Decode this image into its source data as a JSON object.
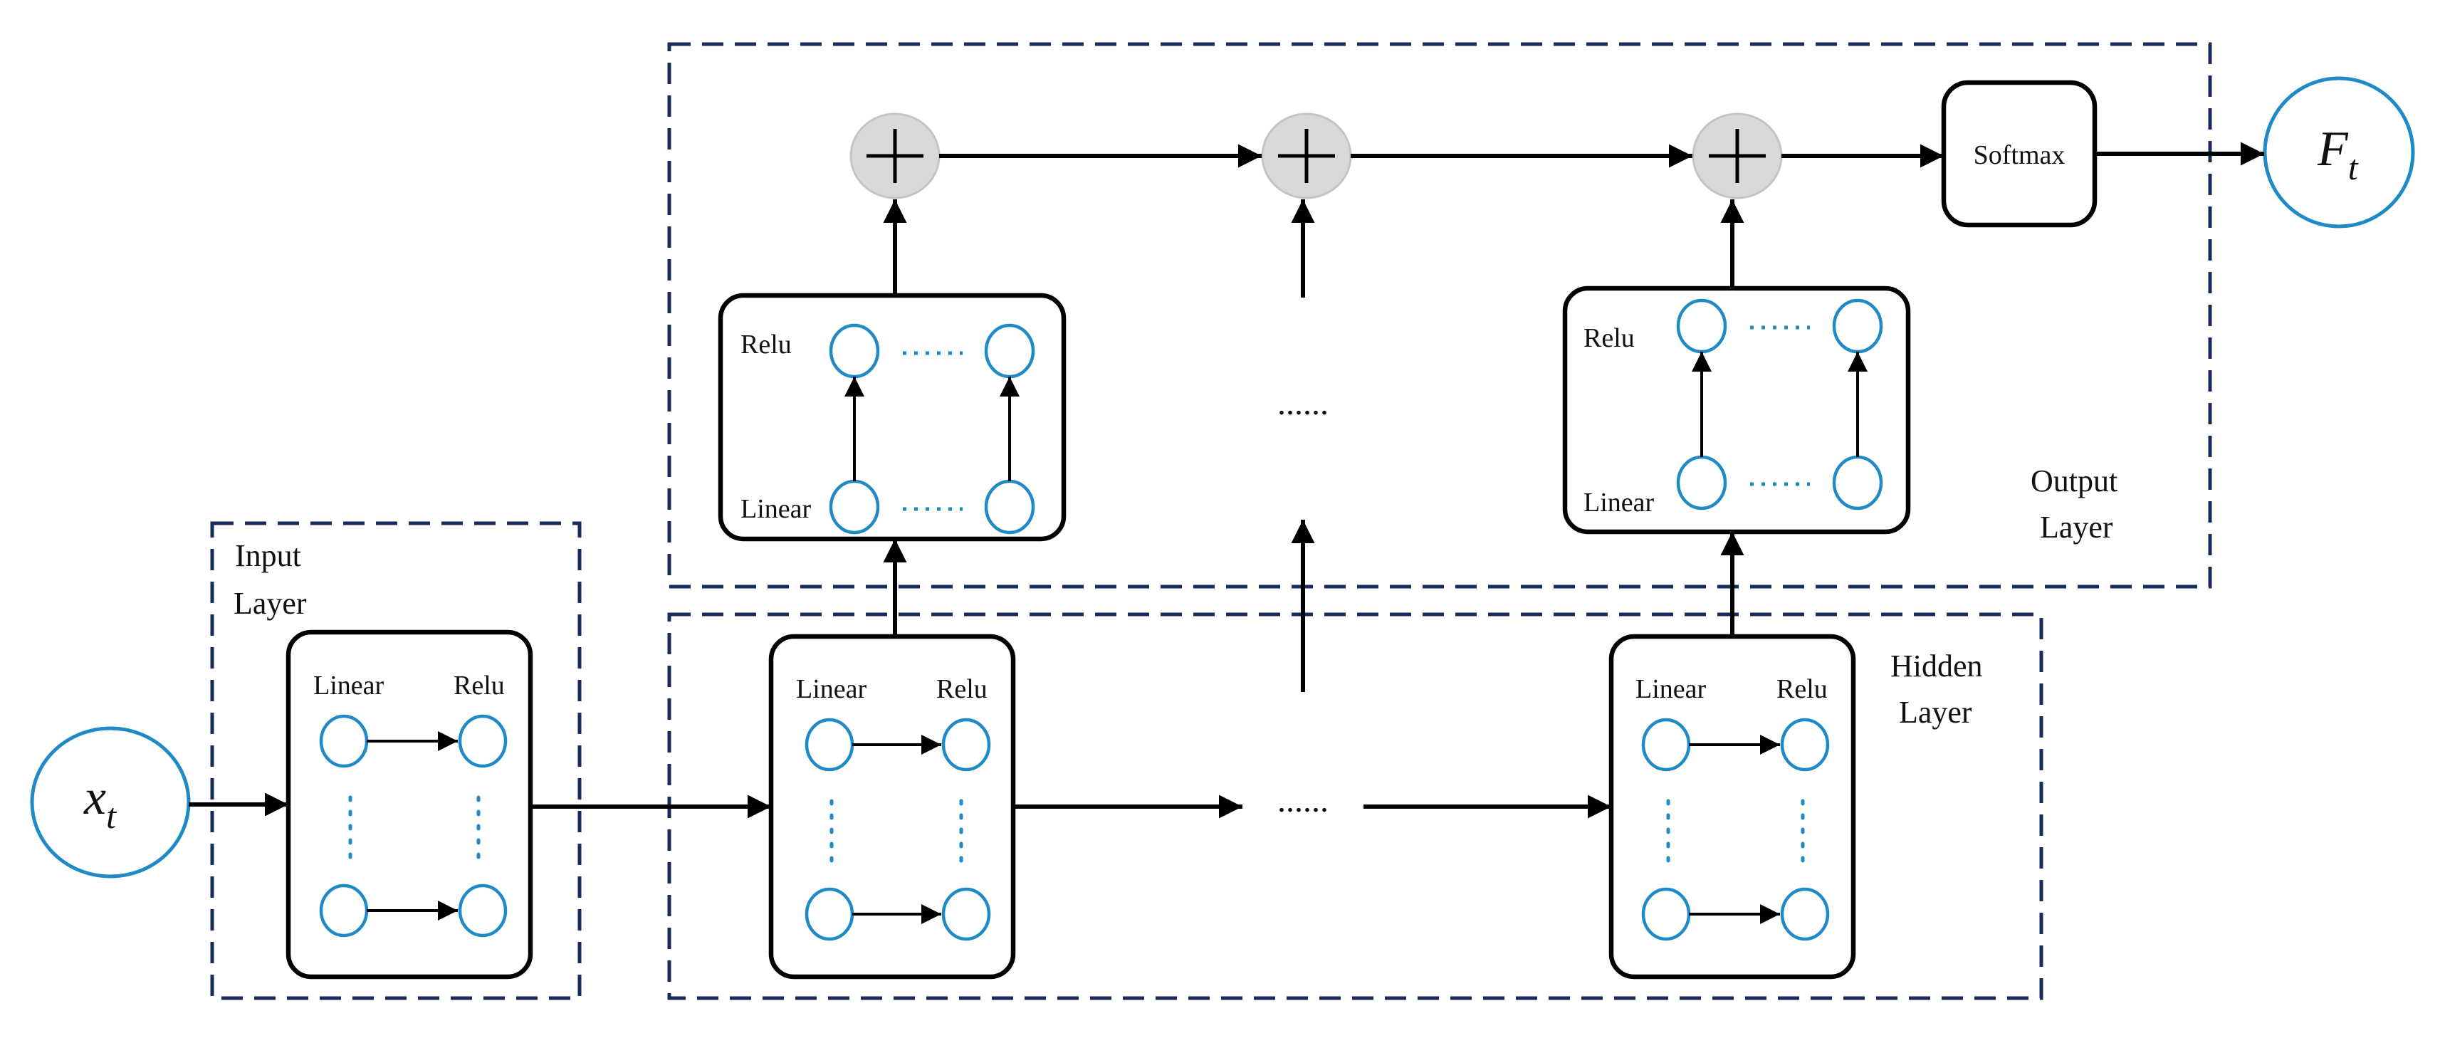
{
  "input_node": {
    "symbol": "x",
    "subscript": "t"
  },
  "output_node": {
    "symbol": "F",
    "subscript": "t"
  },
  "input_layer": {
    "line1": "Input",
    "line2": "Layer"
  },
  "hidden_layer": {
    "line1": "Hidden",
    "line2": "Layer"
  },
  "output_layer": {
    "line1": "Output",
    "line2": "Layer"
  },
  "unit_labels": {
    "linear": "Linear",
    "relu": "Relu"
  },
  "softmax_label": "Softmax",
  "ellipsis": "......",
  "colors": {
    "neuron_outline": "#1f8ac6",
    "region_border": "#1a2b5e",
    "sum_node_fill": "#d9d9d9",
    "arrows": "#000000"
  },
  "icons": {
    "sum_node": "plus-circle-icon",
    "arrow": "arrow-right-icon"
  }
}
